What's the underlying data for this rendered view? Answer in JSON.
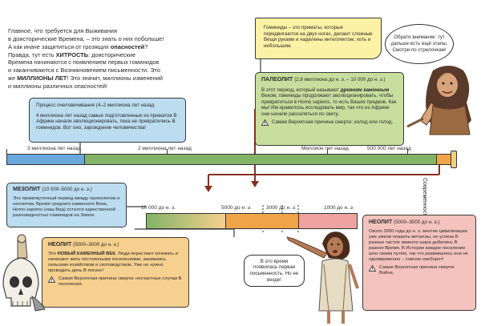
{
  "intro": {
    "line1_pre": "Главное, что требуется для Выживания",
    "line2": "в доисторические Времена, – это знать о них побольше!",
    "line3_pre": "А как иначе защититься от грозящих ",
    "line3_bold": "опасностей",
    "line3_post": "?",
    "line4_pre": "Правда, тут есть ",
    "line4_bold": "ХИТРОСТЬ",
    "line4_post": ": доисторические",
    "line5": "Времена начинаются с появлением первых гоминидов",
    "line6": "и заканчиваются с Возникновением письменности. Это",
    "line7_pre": "же ",
    "line7_bold": "МИЛЛИОНЫ ЛЕТ",
    "line7_post": "! Это значит, миллионы изменений",
    "line8": "и миллионы различных опасностей!"
  },
  "hominids_box": {
    "text": "Гоминиды – это приматы, которые передвигаются на двух ногах, делают сложные Вещи руками и наделены интеллектом, хоть и небольшим."
  },
  "woman_bubble": {
    "text": "Обрати внимание: тут дальше есть ещё этапы. Смотри по стрелочкам!"
  },
  "paleolit": {
    "title": "ПАЛЕОЛИТ",
    "period": "(2,8 миллиона до н. э. – 10 000 до н. э.)",
    "text_a": "В этот период, который называют ",
    "text_bold": "древним каменным",
    "text_b": " Веком, гоминиды продолжают эволюционировать, чтобы превратиться в Homo sapiens, то есть Ваших предков. Как мы! Им нравилось исследовать мир, так что из Африки они начали расселяться по свету.",
    "death": "Самая Вероятная причина смерти: холод или голод."
  },
  "humanization": {
    "title": "Процесс очеловечивания (4–2 миллиона лет назад",
    "text": "4 миллиона лет назад самые подготовленные из приматов В Африке начали эволюционировать, пока не превратились В гоминидов. Вот оно, зарождение человечества!"
  },
  "timeline_top": {
    "l1": "3 миллиона лет назад",
    "l2": "2 миллиона лет назад",
    "l3": "Миллион лет назад",
    "l4": "500 000 лет назад",
    "end": "Современность"
  },
  "mezolit": {
    "title": "МЕЗОЛИТ",
    "period": "(10 000–5000 до н. э.)",
    "text": "Это промежуточный период между палеолитом и неолитом. Время среднего каменного Века. Homo sapiens (наш Вид) остался единственной разновидностью гоминидов на Земле."
  },
  "timeline_bottom": {
    "l1": "10 000 до н. э.",
    "l2": "5000 до н. э.",
    "l3": "3000 до н. э.",
    "l4": "1000 до н. э."
  },
  "neolit": {
    "title": "НЕОЛИТ",
    "period": "(5000–3000 до н. э.)",
    "text_a": "Это ",
    "text_bold": "НОВЫЙ КАМЕННЫЙ ВЕК",
    "text_b": ". Люди перестают кочевать и начинают жить постоянными поселениями, занимаясь сельским хозяйством и скотоводством. Уже не нужно проводить день В погоне!",
    "death": "Самая Вероятная причина смерти: несчастные случаи В поселении."
  },
  "eneolit": {
    "title": "НЕОЛИТ",
    "period": "(5000–3000 до н. э.)",
    "text": "Около 3000 года до н. э. многие цивилизации уже умели плавить металлы, но успеха В разных частях земного шара добились В разное Время. В Истории каждое поселение шло своим путём, так что развивались они не одновременно – совсем наоборот!",
    "death": "Самая Вероятная причина смерти: Война."
  },
  "writing_bubble": {
    "text": "В это время появилась первая письменность. Но не везде!"
  },
  "colors": {
    "yellow": "#fcf2a6",
    "blue": "#bcdcf0",
    "green": "#c8de9e",
    "orange": "#f6d08e",
    "pink": "#f4c3bd",
    "tl_blue": "#6aa8dc",
    "tl_green": "#82b366",
    "tl_orange": "#f0a44a",
    "tl_pink": "#eea3a0"
  }
}
